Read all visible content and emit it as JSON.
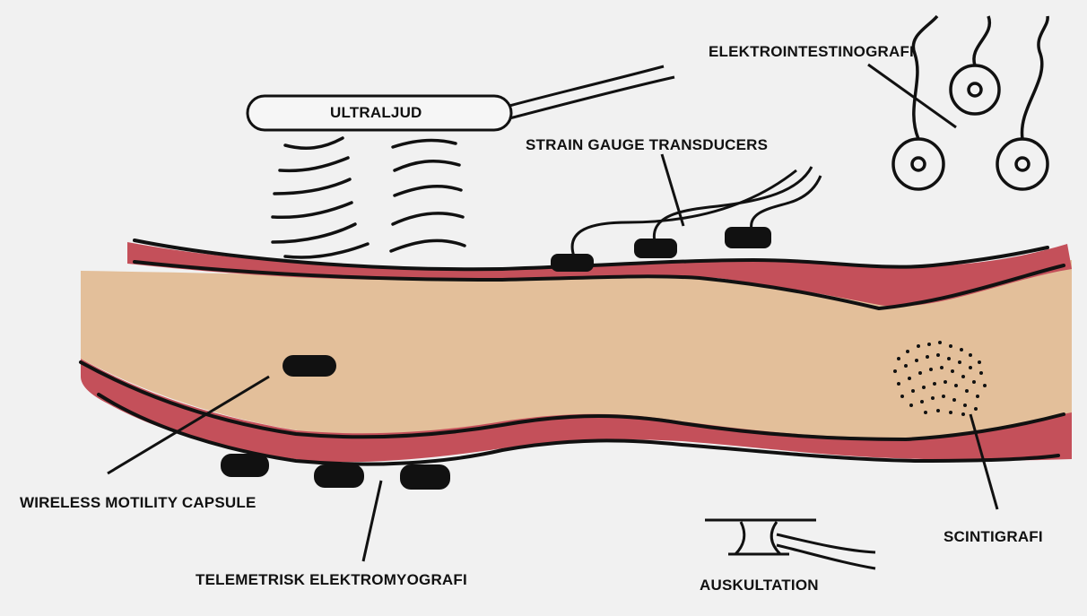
{
  "labels": {
    "ultraljud": "ULTRALJUD",
    "strain_gauge": "STRAIN GAUGE TRANSDUCERS",
    "elektrointestinografi": "ELEKTROINTESTINOGRAFI",
    "wireless_capsule": "WIRELESS MOTILITY CAPSULE",
    "telemetrisk": "TELEMETRISK ELEKTROMYOGRAFI",
    "auskultation": "AUSKULTATION",
    "scintigrafi": "SCINTIGRAFI"
  },
  "colors": {
    "background": "#f1f1f1",
    "lumen": "#e3bf9a",
    "wall": "#c4505a",
    "ink": "#111111"
  }
}
